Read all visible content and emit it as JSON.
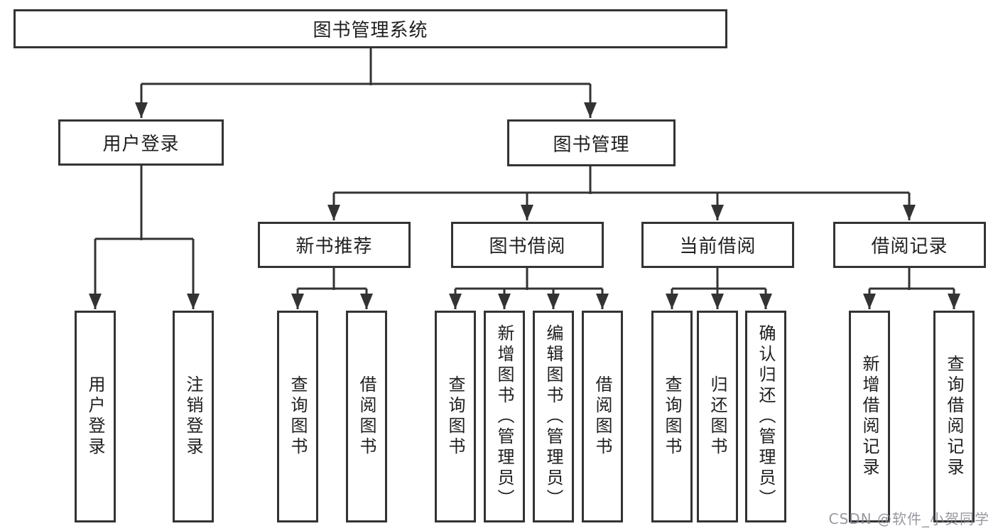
{
  "diagram": {
    "root": {
      "label": "图书管理系统"
    },
    "branches": [
      {
        "label": "用户登录",
        "leaves": [
          {
            "label": "用户登录"
          },
          {
            "label": "注销登录"
          }
        ]
      },
      {
        "label": "图书管理",
        "groups": [
          {
            "label": "新书推荐",
            "leaves": [
              {
                "label": "查询图书"
              },
              {
                "label": "借阅图书"
              }
            ]
          },
          {
            "label": "图书借阅",
            "leaves": [
              {
                "label": "查询图书"
              },
              {
                "label": "新增图书（管理员）"
              },
              {
                "label": "编辑图书（管理员）"
              },
              {
                "label": "借阅图书"
              }
            ]
          },
          {
            "label": "当前借阅",
            "leaves": [
              {
                "label": "查询图书"
              },
              {
                "label": "归还图书"
              },
              {
                "label": "确认归还（管理员）"
              }
            ]
          },
          {
            "label": "借阅记录",
            "leaves": [
              {
                "label": "新增借阅记录"
              },
              {
                "label": "查询借阅记录"
              }
            ]
          }
        ]
      }
    ]
  },
  "watermark": "CSDN @软件_小贺同学",
  "colors": {
    "line": "#333333",
    "box_border": "#333333",
    "text": "#1f1f1f",
    "watermark": "#868690",
    "background": "#ffffff"
  }
}
